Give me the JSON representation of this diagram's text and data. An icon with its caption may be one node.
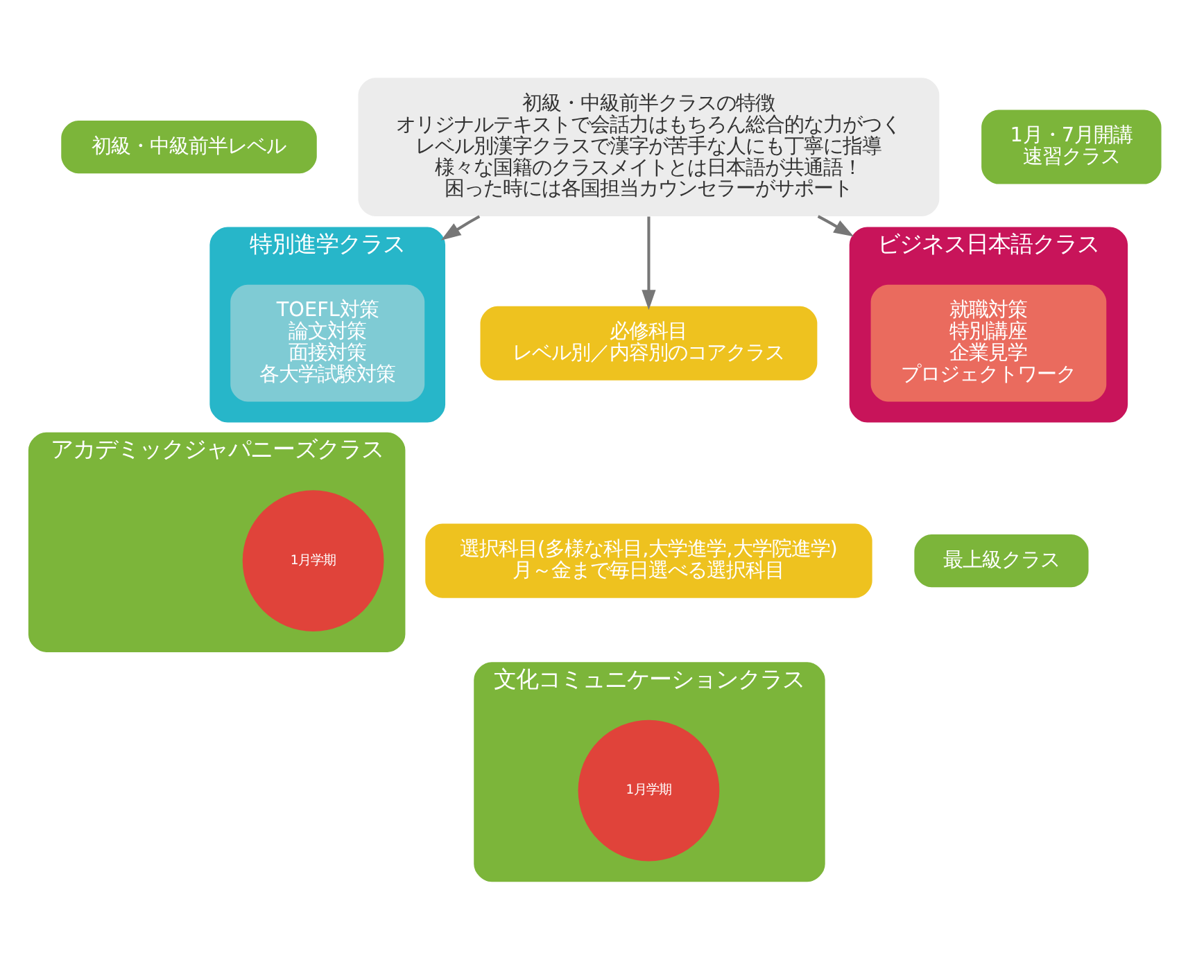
{
  "diagram": {
    "nodes": [
      {
        "text": [
          "初級・中級前半レベル"
        ]
      },
      {
        "text": [
          "初級・中級前半クラスの特徴",
          "オリジナルテキストで会話力はもちろん総合的な力がつく",
          "レベル別漢字クラスで漢字が苦手な人にも丁寧に指導",
          "様々な国籍のクラスメイトとは日本語が共通語！",
          "困った時には各国担当カウンセラーがサポート"
        ]
      },
      {
        "text": [
          "1月・7月開講",
          "速習クラス"
        ]
      },
      {
        "text": [
          "特別進学クラス"
        ]
      },
      {
        "text": [
          "TOEFL対策",
          "論文対策",
          "面接対策",
          "各大学試験対策"
        ],
        "in": 3
      },
      {
        "text": [
          "必修科目",
          "レベル別／内容別のコアクラス"
        ]
      },
      {
        "text": [
          "選択科目(多様な科目,大学進学,大学院進学)",
          "月～金まで毎日選べる選択科目"
        ]
      },
      {
        "text": [
          "ビジネス日本語クラス"
        ]
      },
      {
        "text": [
          "就職対策",
          "特別講座",
          "企業見学",
          "プロジェクトワーク"
        ],
        "in": 7
      },
      {
        "text": [
          "アカデミックジャパニーズクラス"
        ]
      },
      {
        "text": [
          "1月学期"
        ],
        "in": 9
      },
      {
        "text": [
          "文化コミュニケーションクラス"
        ]
      },
      {
        "text": [
          "1月学期"
        ],
        "in": 11
      },
      {
        "text": [
          "最上級クラス"
        ]
      }
    ],
    "edges": [
      {
        "from": 1,
        "to": 3,
        "arrow": "to"
      },
      {
        "from": 1,
        "to": 5,
        "arrow": "to"
      },
      {
        "from": 1,
        "to": 7,
        "arrow": "to"
      }
    ]
  }
}
